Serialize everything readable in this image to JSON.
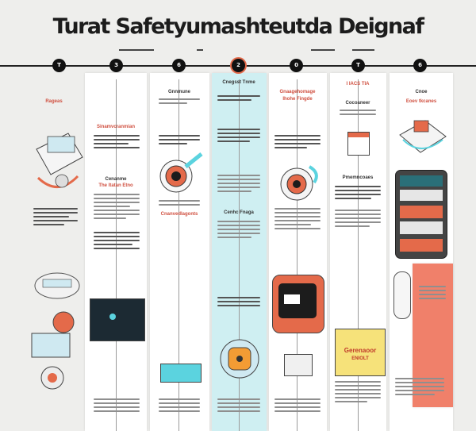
{
  "title": "Turat Safetyumashteutda Deignaf",
  "timeline": {
    "nodes": [
      "T",
      "3",
      "6",
      "2",
      "0",
      "T",
      "6"
    ]
  },
  "columns": [
    {
      "heading": "Rageas"
    },
    {
      "heading": "Sinamvcranmian",
      "heading2": "Cenanme",
      "heading3": "The Itatan Etno"
    },
    {
      "heading": "Gnnmune",
      "heading2": "Cnanvedlagonts"
    },
    {
      "heading": "Cnegsst Tnme",
      "heading2": "Cenhc Fnaga"
    },
    {
      "heading": "Gnaagehomage",
      "heading2": "Ihohe Fingde"
    },
    {
      "heading": "I IACS TIA",
      "heading2": "Cocoaneer",
      "heading3": "Pmemncoaes"
    },
    {
      "heading": "Cnoe",
      "heading2": "Eoev tkcanes"
    }
  ],
  "cards": {
    "ticket_text": "Gerenaoor",
    "ticket_sub": "ENIOLT"
  },
  "colors": {
    "accent": "#e46a4a",
    "cyan": "#cfeff2",
    "pink": "#f0806a",
    "ink": "#1c1c1c"
  }
}
